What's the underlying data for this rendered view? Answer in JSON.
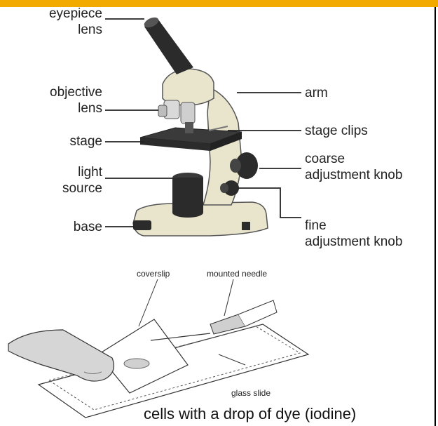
{
  "labels": {
    "eyepiece": [
      "eyepiece",
      "lens"
    ],
    "objective": [
      "objective",
      "lens"
    ],
    "stage": "stage",
    "light_source": [
      "light",
      "source"
    ],
    "base": "base",
    "arm": "arm",
    "stage_clips": "stage clips",
    "coarse": [
      "coarse",
      "adjustment knob"
    ],
    "fine": [
      "fine",
      "adjustment knob"
    ]
  },
  "slide_labels": {
    "coverslip": "coverslip",
    "mounted_needle": "mounted needle",
    "glass_slide": "glass slide"
  },
  "caption": "cells with a drop of dye (iodine)",
  "colors": {
    "accent_bar": "#f2a900",
    "microscope_body": "#e9e5cc",
    "dark_parts": "#2b2b2b"
  }
}
